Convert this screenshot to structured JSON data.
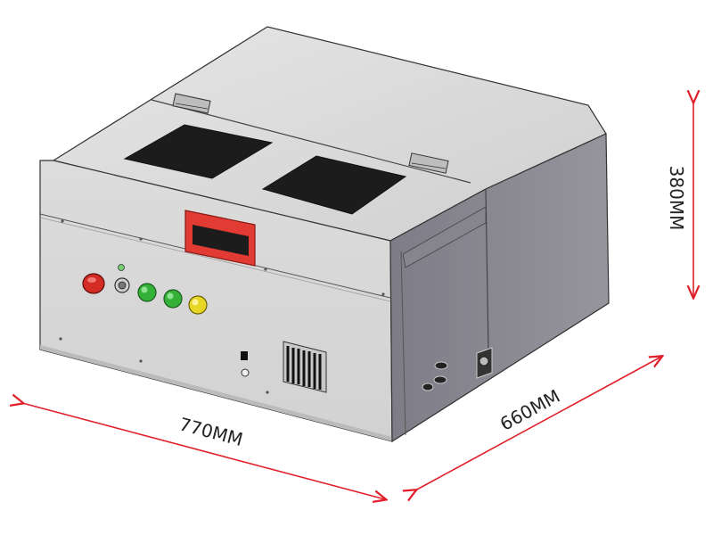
{
  "dimensions": {
    "width_label": "770MM",
    "depth_label": "660MM",
    "height_label": "380MM"
  },
  "machine": {
    "panel_buttons": [
      {
        "name": "emergency-stop-button",
        "color": "#d22c24"
      },
      {
        "name": "key-switch",
        "color": "#cfcfcf"
      },
      {
        "name": "green-button-1",
        "color": "#35b13a"
      },
      {
        "name": "green-button-2",
        "color": "#35b13a"
      },
      {
        "name": "yellow-button",
        "color": "#e7d626"
      }
    ],
    "window_count": 2
  },
  "colors": {
    "arrow": "#e0202a",
    "body_light": "#d8d8d8",
    "body_dark": "#8c8a92",
    "window": "#1c1c1c",
    "display_frame": "#e23b34"
  }
}
